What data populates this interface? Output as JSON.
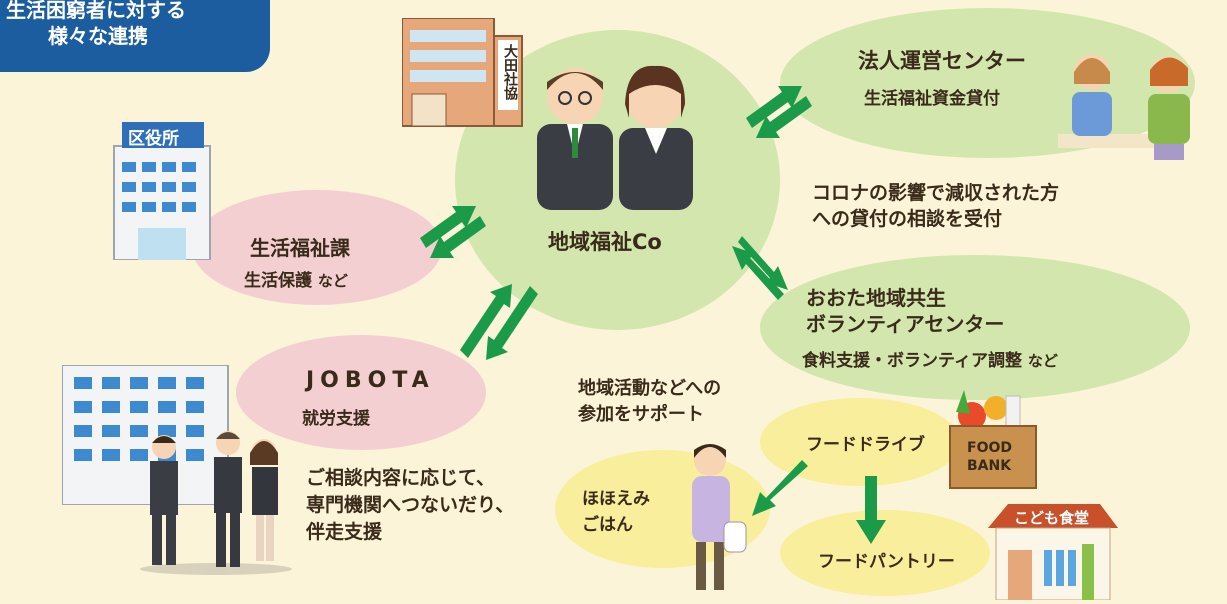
{
  "header": {
    "line1": "生活困窮者に対する",
    "line2": "様々な連携"
  },
  "labels": {
    "kuyakusho": "区役所",
    "ota_shakyo": "大田社協",
    "hub": "地域福祉Co",
    "seikatsu_title": "生活福祉課",
    "seikatsu_sub": "生活保護",
    "seikatsu_sub_suffix": "など",
    "jobota_title": "JOBOTA",
    "jobota_sub": "就労支援",
    "houjin_title": "法人運営センター",
    "houjin_sub": "生活福祉資金貸付",
    "corona_line1": "コロナの影響で減収された方",
    "corona_line2": "への貸付の相談を受付",
    "volunteer_title1": "おおた地域共生",
    "volunteer_title2": "ボランティアセンター",
    "volunteer_sub": "食料支援・ボランティア調整",
    "volunteer_sub_suffix": "など",
    "chiiki_line1": "地域活動などへの",
    "chiiki_line2": "参加をサポート",
    "food_drive": "フードドライブ",
    "food_bank1": "FOOD",
    "food_bank2": "BANK",
    "hohoemi1": "ほほえみ",
    "hohoemi2": "ごはん",
    "kodomo": "こども食堂",
    "food_pantry": "フードパントリー",
    "soudan_line1": "ご相談内容に応じて、",
    "soudan_line2": "専門機関へつないだり、",
    "soudan_line3": "伴走支援"
  },
  "colors": {
    "background": "#fbf4d8",
    "header": "#1b5d9e",
    "green_blob": "#d2e6ae",
    "pink_blob": "#f4cfd2",
    "yellow_blob": "#f8ee9c",
    "arrow": "#1b9b4a",
    "text": "#3a2a1a"
  }
}
